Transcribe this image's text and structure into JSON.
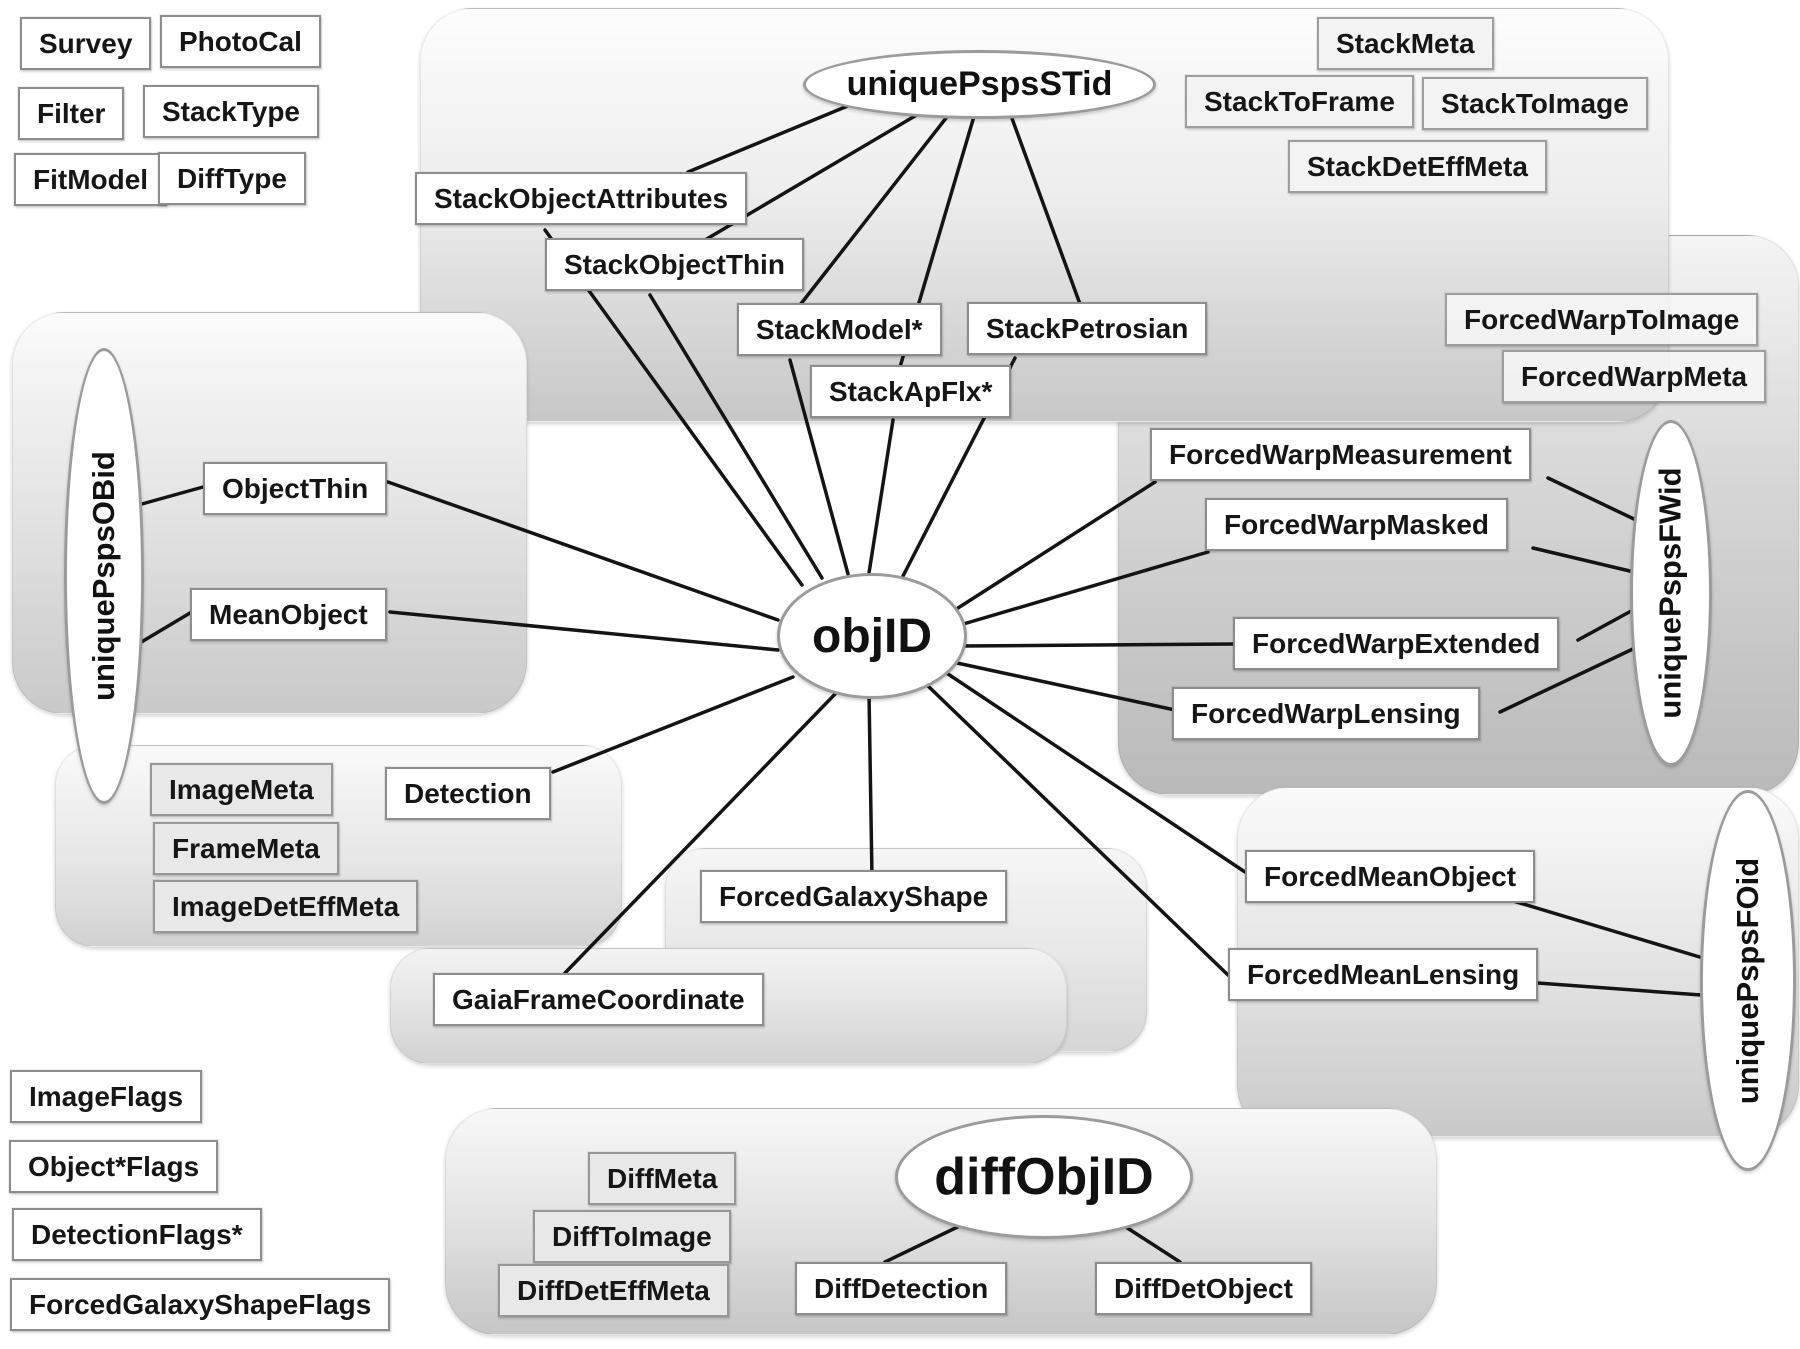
{
  "diagram": {
    "type": "database-schema-relationship-diagram",
    "hubs": {
      "objID": "objID",
      "diffObjID": "diffObjID",
      "uniquePspsSTid": "uniquePspsSTid",
      "uniquePspsOBid": "uniquePspsOBid",
      "uniquePspsFWid": "uniquePspsFWid",
      "uniquePspsFOid": "uniquePspsFOid"
    }
  },
  "nodes": {
    "Survey": "Survey",
    "PhotoCal": "PhotoCal",
    "Filter": "Filter",
    "StackType": "StackType",
    "FitModel": "FitModel",
    "DiffType": "DiffType",
    "uniquePspsSTid": "uniquePspsSTid",
    "StackObjectAttributes": "StackObjectAttributes",
    "StackObjectThin": "StackObjectThin",
    "StackModel": "StackModel*",
    "StackApFlx": "StackApFlx*",
    "StackPetrosian": "StackPetrosian",
    "StackMeta": "StackMeta",
    "StackToFrame": "StackToFrame",
    "StackToImage": "StackToImage",
    "StackDetEffMeta": "StackDetEffMeta",
    "ForcedWarpToImage": "ForcedWarpToImage",
    "ForcedWarpMeta": "ForcedWarpMeta",
    "ForcedWarpMeasurement": "ForcedWarpMeasurement",
    "ForcedWarpMasked": "ForcedWarpMasked",
    "ForcedWarpExtended": "ForcedWarpExtended",
    "ForcedWarpLensing": "ForcedWarpLensing",
    "uniquePspsFWid": "uniquePspsFWid",
    "uniquePspsOBid": "uniquePspsOBid",
    "ObjectThin": "ObjectThin",
    "MeanObject": "MeanObject",
    "objID": "objID",
    "ImageMeta": "ImageMeta",
    "FrameMeta": "FrameMeta",
    "ImageDetEffMeta": "ImageDetEffMeta",
    "Detection": "Detection",
    "ForcedGalaxyShape": "ForcedGalaxyShape",
    "GaiaFrameCoordinate": "GaiaFrameCoordinate",
    "ForcedMeanObject": "ForcedMeanObject",
    "ForcedMeanLensing": "ForcedMeanLensing",
    "uniquePspsFOid": "uniquePspsFOid",
    "ImageFlags": "ImageFlags",
    "ObjectFlags": "Object*Flags",
    "DetectionFlags": "DetectionFlags*",
    "ForcedGalaxyShapeFlags": "ForcedGalaxyShapeFlags",
    "DiffMeta": "DiffMeta",
    "DiffToImage": "DiffToImage",
    "DiffDetEffMeta": "DiffDetEffMeta",
    "diffObjID": "diffObjID",
    "DiffDetection": "DiffDetection",
    "DiffDetObject": "DiffDetObject"
  },
  "edges": [
    {
      "from": "uniquePspsSTid",
      "to": "StackObjectAttributes"
    },
    {
      "from": "uniquePspsSTid",
      "to": "StackObjectThin"
    },
    {
      "from": "uniquePspsSTid",
      "to": "StackModel*"
    },
    {
      "from": "uniquePspsSTid",
      "to": "StackApFlx*"
    },
    {
      "from": "uniquePspsSTid",
      "to": "StackPetrosian"
    },
    {
      "from": "objID",
      "to": "StackObjectAttributes"
    },
    {
      "from": "objID",
      "to": "StackObjectThin"
    },
    {
      "from": "objID",
      "to": "StackModel*"
    },
    {
      "from": "objID",
      "to": "StackApFlx*"
    },
    {
      "from": "objID",
      "to": "StackPetrosian"
    },
    {
      "from": "objID",
      "to": "ObjectThin"
    },
    {
      "from": "objID",
      "to": "MeanObject"
    },
    {
      "from": "uniquePspsOBid",
      "to": "ObjectThin"
    },
    {
      "from": "uniquePspsOBid",
      "to": "MeanObject"
    },
    {
      "from": "objID",
      "to": "Detection"
    },
    {
      "from": "objID",
      "to": "GaiaFrameCoordinate"
    },
    {
      "from": "objID",
      "to": "ForcedGalaxyShape"
    },
    {
      "from": "objID",
      "to": "ForcedWarpMeasurement"
    },
    {
      "from": "objID",
      "to": "ForcedWarpMasked"
    },
    {
      "from": "objID",
      "to": "ForcedWarpExtended"
    },
    {
      "from": "objID",
      "to": "ForcedWarpLensing"
    },
    {
      "from": "ForcedWarpMeasurement",
      "to": "uniquePspsFWid"
    },
    {
      "from": "ForcedWarpMasked",
      "to": "uniquePspsFWid"
    },
    {
      "from": "ForcedWarpExtended",
      "to": "uniquePspsFWid"
    },
    {
      "from": "ForcedWarpLensing",
      "to": "uniquePspsFWid"
    },
    {
      "from": "objID",
      "to": "ForcedMeanObject"
    },
    {
      "from": "objID",
      "to": "ForcedMeanLensing"
    },
    {
      "from": "ForcedMeanObject",
      "to": "uniquePspsFOid"
    },
    {
      "from": "ForcedMeanLensing",
      "to": "uniquePspsFOid"
    },
    {
      "from": "diffObjID",
      "to": "DiffDetection"
    },
    {
      "from": "diffObjID",
      "to": "DiffDetObject"
    }
  ]
}
